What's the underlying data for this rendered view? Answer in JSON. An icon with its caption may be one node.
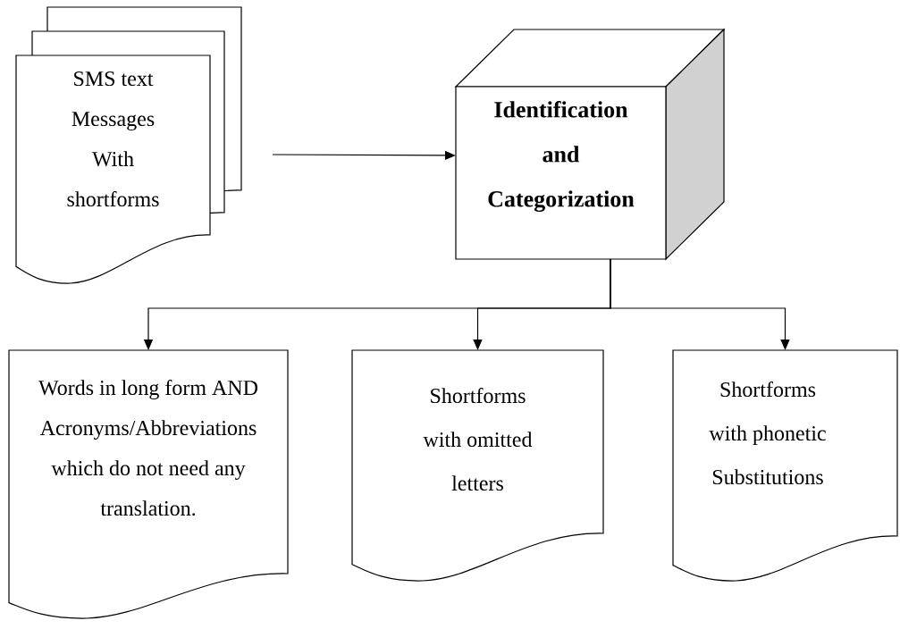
{
  "diagram": {
    "nodes": [
      {
        "text": [
          "SMS text Messages With shortforms"
        ]
      },
      {
        "text": [
          "Identification and Categorization"
        ]
      },
      {
        "text": [
          "Words in long form AND Acronyms/Abbreviations which do not need any translation."
        ]
      },
      {
        "text": [
          "Shortforms with omitted letters"
        ]
      },
      {
        "text": [
          "Shortforms with phonetic Substitutions"
        ]
      }
    ],
    "edges": [
      {
        "from": 0,
        "to": 1,
        "arrow": "to"
      },
      {
        "from": 1,
        "to": 2,
        "arrow": "to"
      },
      {
        "from": 1,
        "to": 3,
        "arrow": "to"
      },
      {
        "from": 1,
        "to": 4,
        "arrow": "to"
      }
    ]
  }
}
